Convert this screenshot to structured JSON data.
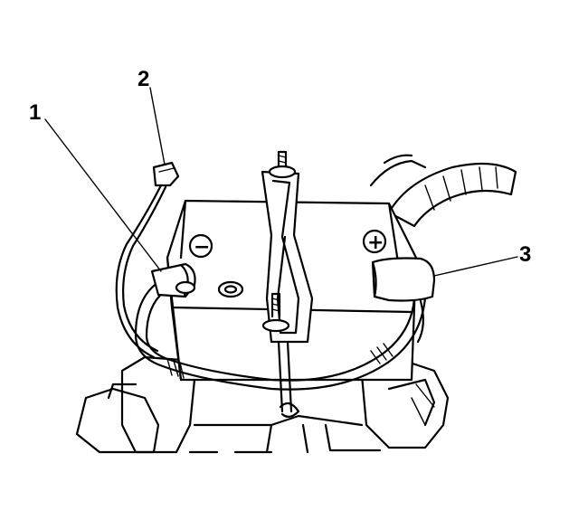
{
  "callouts": [
    {
      "label": "1"
    },
    {
      "label": "2"
    },
    {
      "label": "3"
    }
  ],
  "terminals": {
    "negative_symbol": "−",
    "positive_symbol": "+"
  }
}
